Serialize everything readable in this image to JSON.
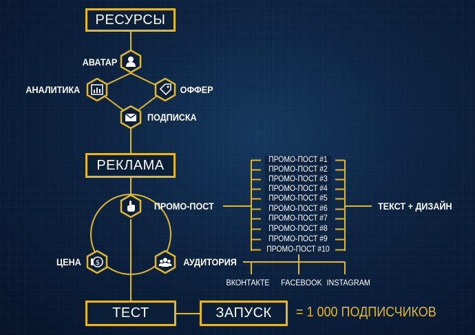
{
  "colors": {
    "accent": "#e2b829",
    "background": "#0d2340",
    "text": "#ffffff"
  },
  "boxes": {
    "resources": "РЕСУРСЫ",
    "ads": "РЕКЛАМА",
    "test": "ТЕСТ",
    "launch": "ЗАПУСК"
  },
  "resource_nodes": [
    {
      "label": "АВАТАР",
      "icon": "user-icon"
    },
    {
      "label": "АНАЛИТИКА",
      "icon": "chart-icon"
    },
    {
      "label": "ОФФЕР",
      "icon": "price-tag-icon"
    },
    {
      "label": "ПОДПИСКА",
      "icon": "envelope-icon"
    }
  ],
  "ads_nodes": [
    {
      "label": "ПРОМО-ПОСТ",
      "icon": "pointer-hand-icon"
    },
    {
      "label": "ЦЕНА",
      "icon": "money-icon"
    },
    {
      "label": "АУДИТОРИЯ",
      "icon": "people-icon"
    }
  ],
  "promo_posts": [
    "ПРОМО-ПОСТ #1",
    "ПРОМО-ПОСТ #2",
    "ПРОМО-ПОСТ #3",
    "ПРОМО-ПОСТ #4",
    "ПРОМО-ПОСТ #5",
    "ПРОМО-ПОСТ #6",
    "ПРОМО-ПОСТ #7",
    "ПРОМО-ПОСТ #8",
    "ПРОМО-ПОСТ #9",
    "ПРОМО-ПОСТ #10"
  ],
  "promo_result": "ТЕКСТ + ДИЗАЙН",
  "networks": [
    "ВКОНТАКТЕ",
    "FACEBOOK",
    "INSTAGRAM"
  ],
  "result": "= 1 000 ПОДПИСЧИКОВ"
}
